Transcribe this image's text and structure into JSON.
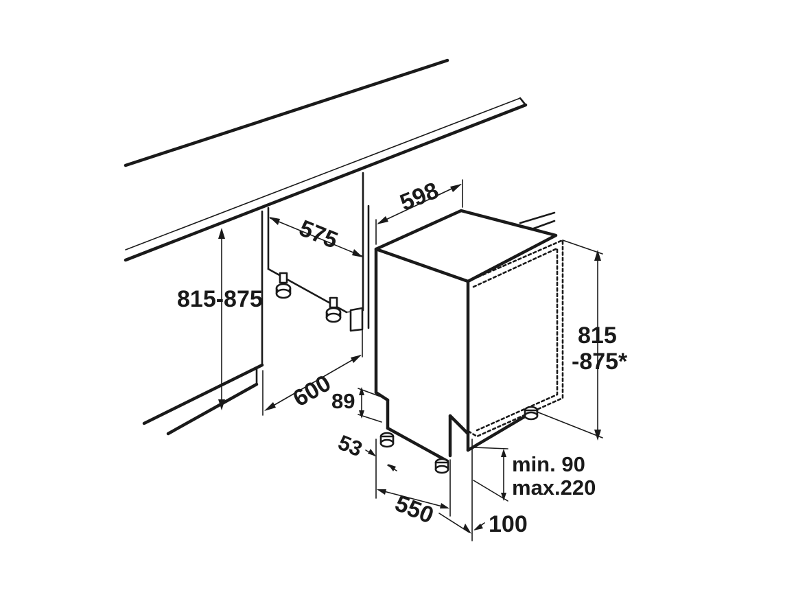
{
  "dimensions": {
    "cabinet_height": "815-875",
    "cabinet_width": "575",
    "niche_depth": "600",
    "appliance_width": "598",
    "appliance_height_line1": "815",
    "appliance_height_line2": "-875*",
    "plinth_height": "89",
    "foot_setback": "53",
    "plinth_gap_min": "min.  90",
    "plinth_gap_max": "max.220",
    "appliance_depth": "550",
    "door_offset": "100"
  }
}
